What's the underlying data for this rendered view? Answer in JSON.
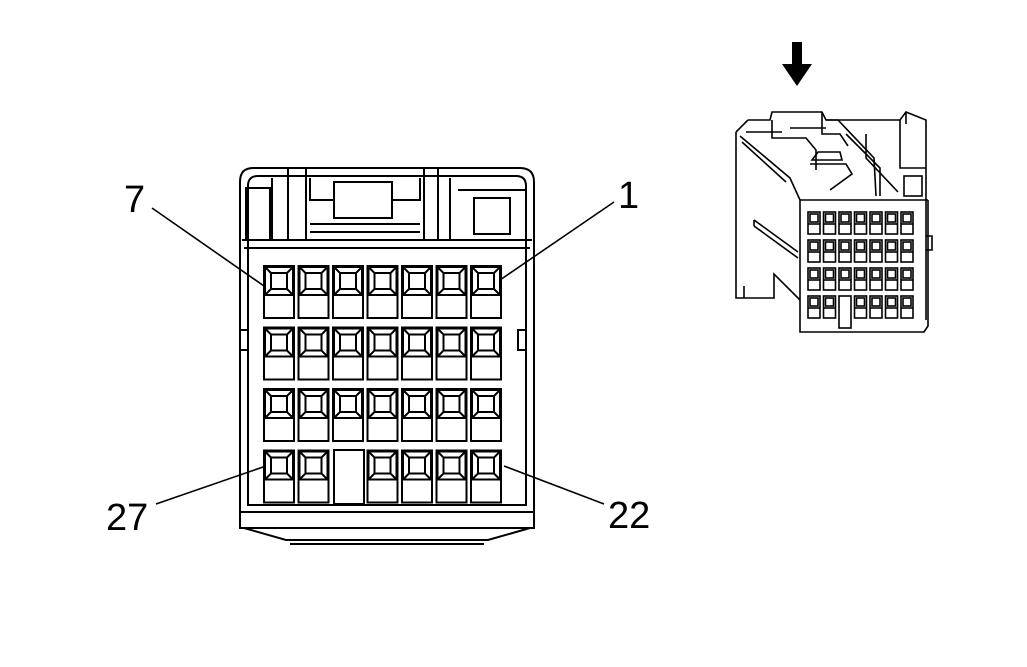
{
  "pin_labels": {
    "top_left": "7",
    "top_right": "1",
    "bottom_left": "27",
    "bottom_right": "22"
  },
  "connector": {
    "rows": 4,
    "columns": 7,
    "cavity_layout": [
      [
        1,
        1,
        1,
        1,
        1,
        1,
        1
      ],
      [
        1,
        1,
        1,
        1,
        1,
        1,
        1
      ],
      [
        1,
        1,
        1,
        1,
        1,
        1,
        1
      ],
      [
        1,
        1,
        0,
        1,
        1,
        1,
        1
      ]
    ]
  },
  "icons": {
    "view_arrow": "down-arrow-icon"
  },
  "colors": {
    "line": "#000000",
    "background": "#ffffff"
  }
}
